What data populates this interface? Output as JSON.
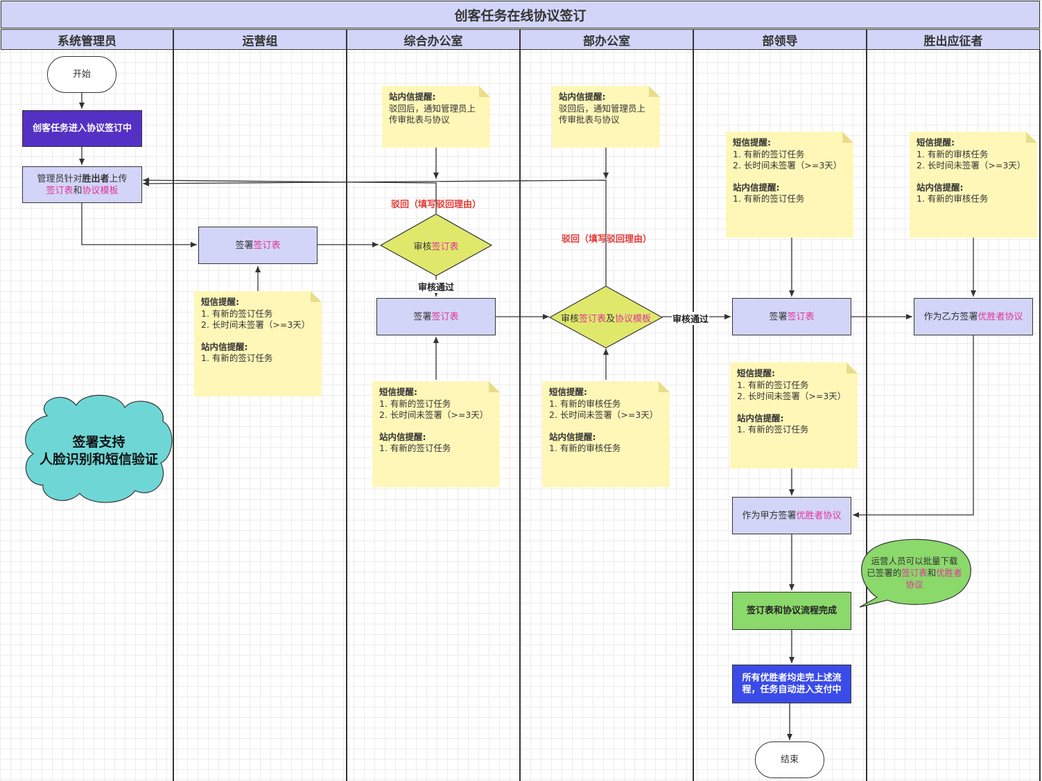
{
  "title": "创客任务在线协议签订",
  "lanes": [
    "系统管理员",
    "运营组",
    "综合办公室",
    "部办公室",
    "部领导",
    "胜出应征者"
  ],
  "nodes": {
    "start": "开始",
    "enter": "创客任务进入协议签订中",
    "upload": {
      "pre": "管理员针对",
      "b": "胜出者",
      "mid": "上传",
      "hl1": "签订表",
      "and": "和",
      "hl2": "协议模板"
    },
    "sign_ops": {
      "pre": "签署",
      "hl": "签订表"
    },
    "review_office": {
      "pre": "审核",
      "hl": "签订表"
    },
    "sign_office": {
      "pre": "签署",
      "hl": "签订表"
    },
    "review_dept": {
      "pre": "审核",
      "hl1": "签订表",
      "and": "及",
      "hl2": "协议模板"
    },
    "sign_leader": {
      "pre": "签署",
      "hl": "签订表"
    },
    "sign_b": {
      "pre": "作为乙方签署",
      "hl": "优胜者协议"
    },
    "sign_a": {
      "pre": "作为甲方签署",
      "hl": "优胜者协议"
    },
    "complete": "签订表和协议流程完成",
    "all_done": "所有优胜者均走完上述流程，任务自动进入支付中",
    "end": "结束"
  },
  "notes": {
    "office_top": {
      "head": "站内信提醒:",
      "lines": [
        "驳回后，通知管理员上",
        "传审批表与协议"
      ]
    },
    "dept_top": {
      "head": "站内信提醒:",
      "lines": [
        "驳回后，通知管理员上",
        "传审批表与协议"
      ]
    },
    "ops": {
      "head1": "短信提醒:",
      "lines1": [
        "1. 有新的签订任务",
        "2. 长时间未签署（>=3天）"
      ],
      "head2": "站内信提醒:",
      "lines2": [
        "1. 有新的签订任务"
      ]
    },
    "office_bottom": {
      "head1": "短信提醒:",
      "lines1": [
        "1. 有新的签订任务",
        "2. 长时间未签署（>=3天）"
      ],
      "head2": "站内信提醒:",
      "lines2": [
        "1. 有新的签订任务"
      ]
    },
    "dept_bottom": {
      "head1": "短信提醒:",
      "lines1": [
        "1. 有新的审核任务",
        "2. 长时间未签署（>=3天）"
      ],
      "head2": "站内信提醒:",
      "lines2": [
        "1. 有新的审核任务"
      ]
    },
    "leader_top": {
      "head1": "短信提醒:",
      "lines1": [
        "1. 有新的签订任务",
        "2. 长时间未签署（>=3天）"
      ],
      "head2": "站内信提醒:",
      "lines2": [
        "1. 有新的签订任务"
      ]
    },
    "leader_bottom": {
      "head1": "短信提醒:",
      "lines1": [
        "1. 有新的签订任务",
        "2. 长时间未签署（>=3天）"
      ],
      "head2": "站内信提醒:",
      "lines2": [
        "1. 有新的签订任务"
      ]
    },
    "winner": {
      "head1": "短信提醒:",
      "lines1": [
        "1. 有新的审核任务",
        "2. 长时间未签署（>=3天）"
      ],
      "head2": "站内信提醒:",
      "lines2": [
        "1. 有新的审核任务"
      ]
    }
  },
  "edge_labels": {
    "pass1": "审核通过",
    "pass2": "审核通过",
    "reject1": "驳回（填写驳回理由）",
    "reject2": "驳回（填写驳回理由）"
  },
  "cloud": {
    "line1": "签署支持",
    "line2": "人脸识别和短信验证"
  },
  "bubble": {
    "line1": "运营人员可以批量下载",
    "pre": "已签署的",
    "hl1": "签订表",
    "and": "和",
    "hl2": "优胜者协议"
  },
  "colors": {
    "lane_header": "#d2d5f7",
    "highlight": "#e2339b",
    "diamond": "#dfe86b",
    "note": "#fff7b8",
    "cloud": "#6fd6d6",
    "bubble": "#8bd86b",
    "reject": "#e53935"
  }
}
